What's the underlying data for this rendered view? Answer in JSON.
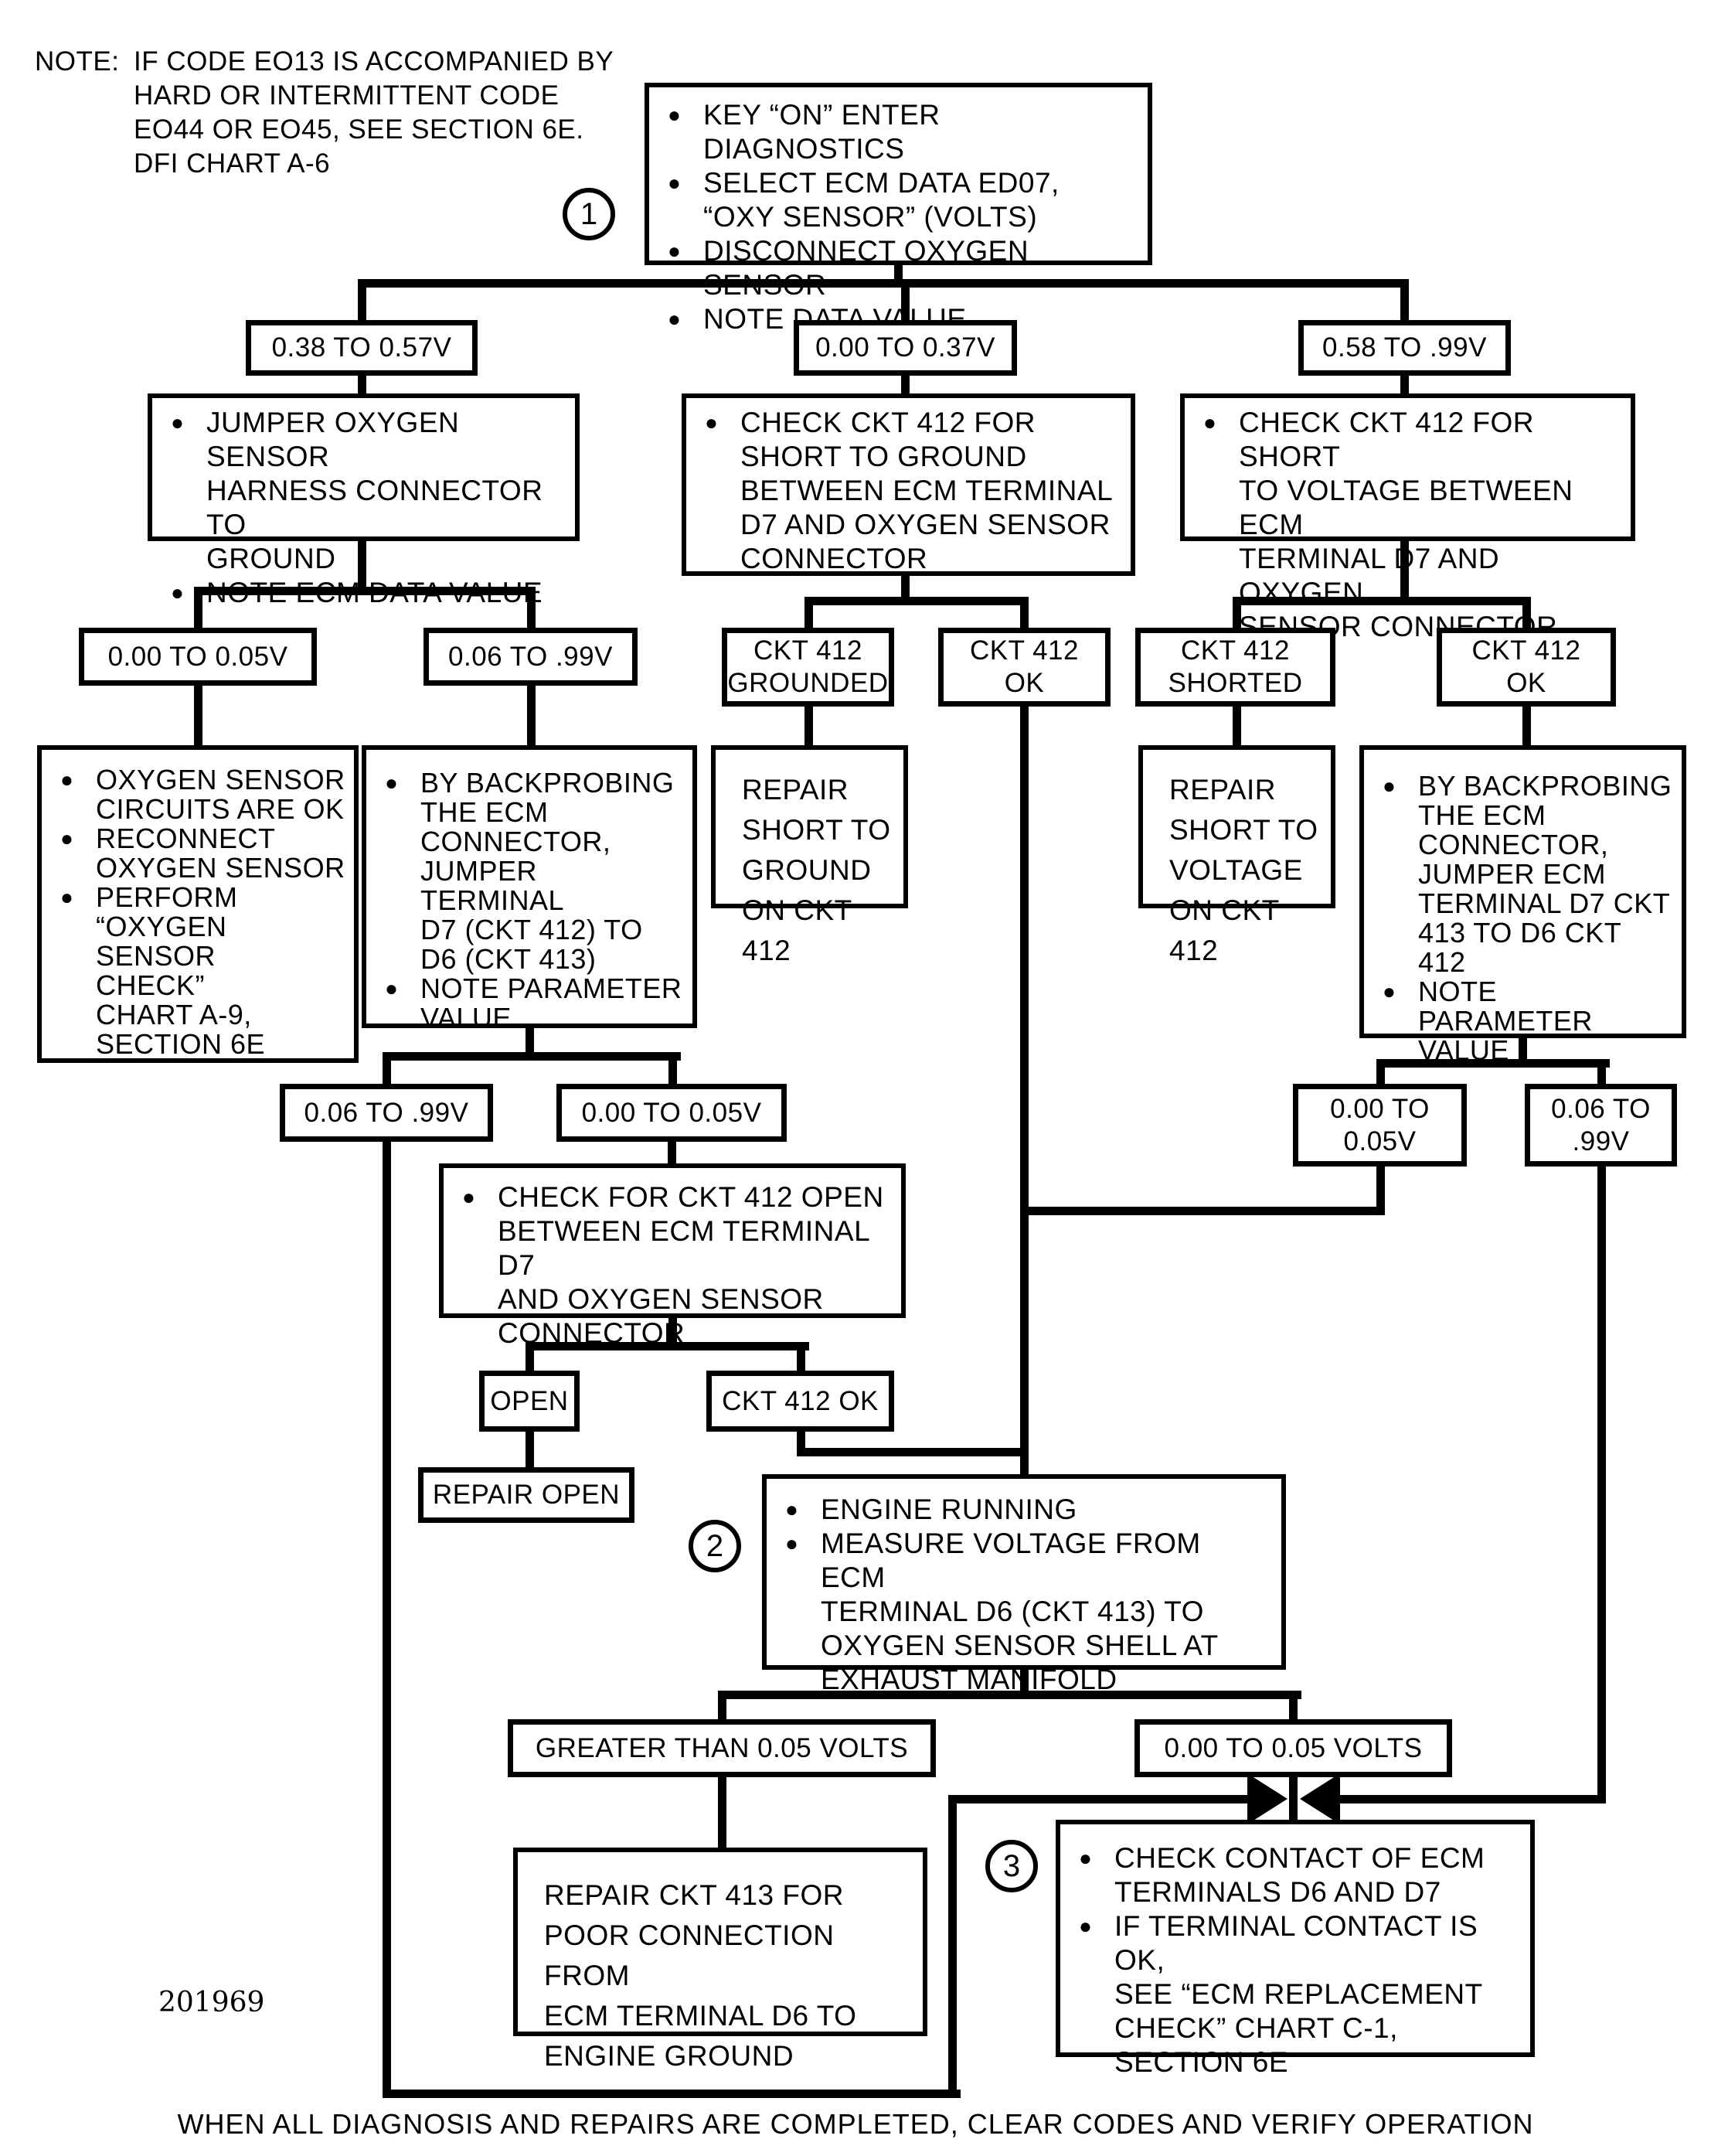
{
  "note": {
    "label": "NOTE:",
    "text": "IF CODE EO13 IS ACCOMPANIED BY\nHARD OR INTERMITTENT CODE\nEO44 OR EO45, SEE SECTION 6E.\nDFI CHART A-6"
  },
  "glyphs": {
    "bullet": "●"
  },
  "steps": {
    "one": "1",
    "two": "2",
    "three": "3"
  },
  "boxes": {
    "step1": {
      "items": [
        "KEY “ON” ENTER DIAGNOSTICS",
        "SELECT ECM DATA ED07,\n“OXY SENSOR” (VOLTS)",
        "DISCONNECT OXYGEN SENSOR",
        "NOTE DATA VALUE"
      ]
    },
    "r1a": "0.38 TO 0.57V",
    "r1b": "0.00 TO 0.37V",
    "r1c": "0.58 TO .99V",
    "r2a": {
      "items": [
        "JUMPER OXYGEN SENSOR\nHARNESS CONNECTOR TO\nGROUND",
        "NOTE ECM DATA VALUE"
      ]
    },
    "r2b": {
      "items": [
        "CHECK CKT 412 FOR\nSHORT TO GROUND\nBETWEEN ECM TERMINAL\nD7 AND OXYGEN SENSOR\nCONNECTOR"
      ]
    },
    "r2c": {
      "items": [
        "CHECK CKT 412 FOR SHORT\nTO VOLTAGE BETWEEN ECM\nTERMINAL D7 AND OXYGEN\nSENSOR CONNECTOR"
      ]
    },
    "r3a": "0.00 TO 0.05V",
    "r3b": "0.06 TO .99V",
    "r3c": "CKT 412\nGROUNDED",
    "r3d": "CKT 412\nOK",
    "r3e": "CKT 412\nSHORTED",
    "r3f": "CKT 412\nOK",
    "r4a": {
      "items": [
        "OXYGEN SENSOR\nCIRCUITS ARE OK",
        "RECONNECT\nOXYGEN SENSOR",
        "PERFORM\n“OXYGEN SENSOR\nCHECK”\nCHART A-9,\nSECTION 6E"
      ]
    },
    "r4b": {
      "items": [
        "BY BACKPROBING\nTHE ECM\nCONNECTOR,\nJUMPER TERMINAL\nD7 (CKT 412) TO\nD6 (CKT 413)",
        "NOTE PARAMETER\nVALUE"
      ]
    },
    "r4c": {
      "text": "REPAIR\nSHORT TO\nGROUND\nON CKT 412"
    },
    "r4d": {
      "text": "REPAIR\nSHORT TO\nVOLTAGE\nON CKT 412"
    },
    "r4e": {
      "items": [
        "BY BACKPROBING\nTHE ECM\nCONNECTOR,\nJUMPER ECM\nTERMINAL D7 CKT\n413 TO D6 CKT 412",
        "NOTE PARAMETER\nVALUE"
      ]
    },
    "r5a": "0.06 TO .99V",
    "r5b": "0.00 TO 0.05V",
    "r5c": "0.00 TO\n0.05V",
    "r5d": "0.06 TO\n.99V",
    "open412": {
      "items": [
        "CHECK FOR CKT 412 OPEN\nBETWEEN ECM TERMINAL D7\nAND OXYGEN SENSOR\nCONNECTOR"
      ]
    },
    "open": "OPEN",
    "ok3": "CKT 412 OK",
    "repair_open": "REPAIR OPEN",
    "step2": {
      "items": [
        "ENGINE RUNNING",
        "MEASURE VOLTAGE FROM ECM\nTERMINAL D6 (CKT 413) TO\nOXYGEN SENSOR SHELL AT\nEXHAUST MANIFOLD"
      ]
    },
    "r7a": "GREATER THAN 0.05 VOLTS",
    "r7b": "0.00 TO 0.05 VOLTS",
    "repair413": {
      "text": "REPAIR CKT 413 FOR\nPOOR CONNECTION FROM\nECM TERMINAL D6 TO\nENGINE GROUND"
    },
    "step3": {
      "items": [
        "CHECK CONTACT OF ECM\nTERMINALS D6 AND D7",
        "IF TERMINAL CONTACT IS OK,\nSEE “ECM REPLACEMENT\nCHECK” CHART C-1,\nSECTION 6E"
      ]
    }
  },
  "footer": {
    "code": "201969",
    "text": "WHEN ALL DIAGNOSIS AND REPAIRS ARE COMPLETED, CLEAR CODES AND VERIFY OPERATION"
  }
}
